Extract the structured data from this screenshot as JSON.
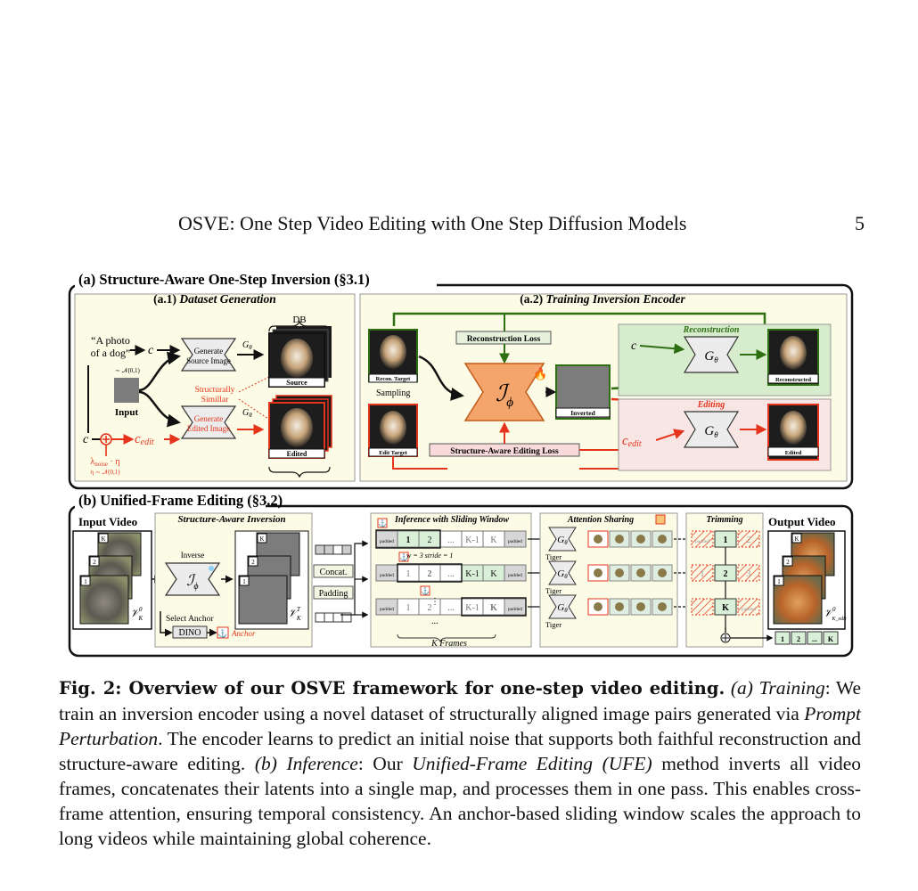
{
  "header": {
    "title": "OSVE: One Step Video Editing with One Step Diffusion Models",
    "page_number": "5"
  },
  "figure": {
    "a": {
      "title": "(a) Structure-Aware One-Step Inversion (§3.1)",
      "a1_prefix": "(a.1)",
      "a1_title": "Dataset Generation",
      "prompt_line1": "“A photo",
      "prompt_line2": "of a dog”",
      "c": "c",
      "c_edit": "c",
      "c_edit_sub": "edit",
      "noise_dist": "∼ 𝒩(0,1)",
      "input_label": "Input",
      "gen_source_1": "Generate",
      "gen_source_2": "Source Image",
      "gen_edited_1": "Generate",
      "gen_edited_2": "Edited Image",
      "g_theta": "G",
      "theta": "θ",
      "structurally_1": "Structurally",
      "structurally_2": "Simillar",
      "db_label": "DB",
      "source_label": "Source",
      "edited_label": "Edited",
      "lambda_label": "λ",
      "lambda_sub": "noise",
      "lambda_rest": " · η",
      "eta_dist": "η ∼ 𝒩(0,1)",
      "a2_prefix": "(a.2)",
      "a2_title": "Training Inversion Encoder",
      "recon_loss": "Reconstruction Loss",
      "recon_target": "Recon. Target",
      "sampling": "Sampling",
      "edit_target": "Edit Target",
      "encoder_symbol": "ℐ",
      "phi": "ϕ",
      "inverted": "Inverted",
      "sa_edit_loss": "Structure-Aware Editing Loss",
      "reconstruction_title": "Reconstruction",
      "editing_title": "Editing",
      "reconstructed_label": "Reconstructed",
      "edited_out_label": "Edited"
    },
    "b": {
      "title": "(b) Unified-Frame Editing (§3.2)",
      "input_video": "Input Video",
      "v_sym": "𝒱",
      "v_sup": "0",
      "v_sub": "K",
      "sa_inversion": "Structure-Aware Inversion",
      "inverse": "Inverse",
      "vt_sup": "T",
      "frame_k": "K",
      "frame_2": "2",
      "frame_1": "1",
      "select_anchor": "Select Anchor",
      "dino": "DINO",
      "anchor": "Anchor",
      "concat": "Concat.",
      "padding": "Padding",
      "sliding_title": "Inference with Sliding Window",
      "padded": "padded",
      "w_stride": "w = 3   stride = 1",
      "k_minus_1": "K-1",
      "ellipsis": "...",
      "k_frames": "K Frames",
      "attention_sharing": "Attention Sharing",
      "tiger": "Tiger",
      "trimming": "Trimming",
      "output_video": "Output Video",
      "out_sub": "K_edit",
      "out_seq": [
        "1",
        "2",
        "...",
        "K"
      ]
    }
  },
  "caption": {
    "label": "Fig. 2: Overview of our OSVE framework for one-step video editing.",
    "a": "(a)",
    "training": "Training",
    "t1": ": We train an inversion encoder using a novel dataset of structurally aligned image pairs generated via ",
    "prompt_perturbation": "Prompt Perturbation",
    "t2": ". The encoder learns to predict an initial noise that supports both faithful reconstruction and structure-aware editing. ",
    "b": "(b)",
    "inference": "Inference",
    "t3": ": Our ",
    "ufe": "Unified-Frame Editing (UFE)",
    "t4": " method inverts all video frames, concatenates their latents into a single map, and processes them in one pass. This enables cross-frame attention, ensuring temporal consistency. An anchor-based sliding window scales the approach to long videos while maintaining global coherence."
  },
  "colors": {
    "panel_bg": "#fbfbe6",
    "green": "#2e6f12",
    "red": "#e5341b",
    "orange": "#f4a56b",
    "gray_box": "#d9d9d9"
  }
}
